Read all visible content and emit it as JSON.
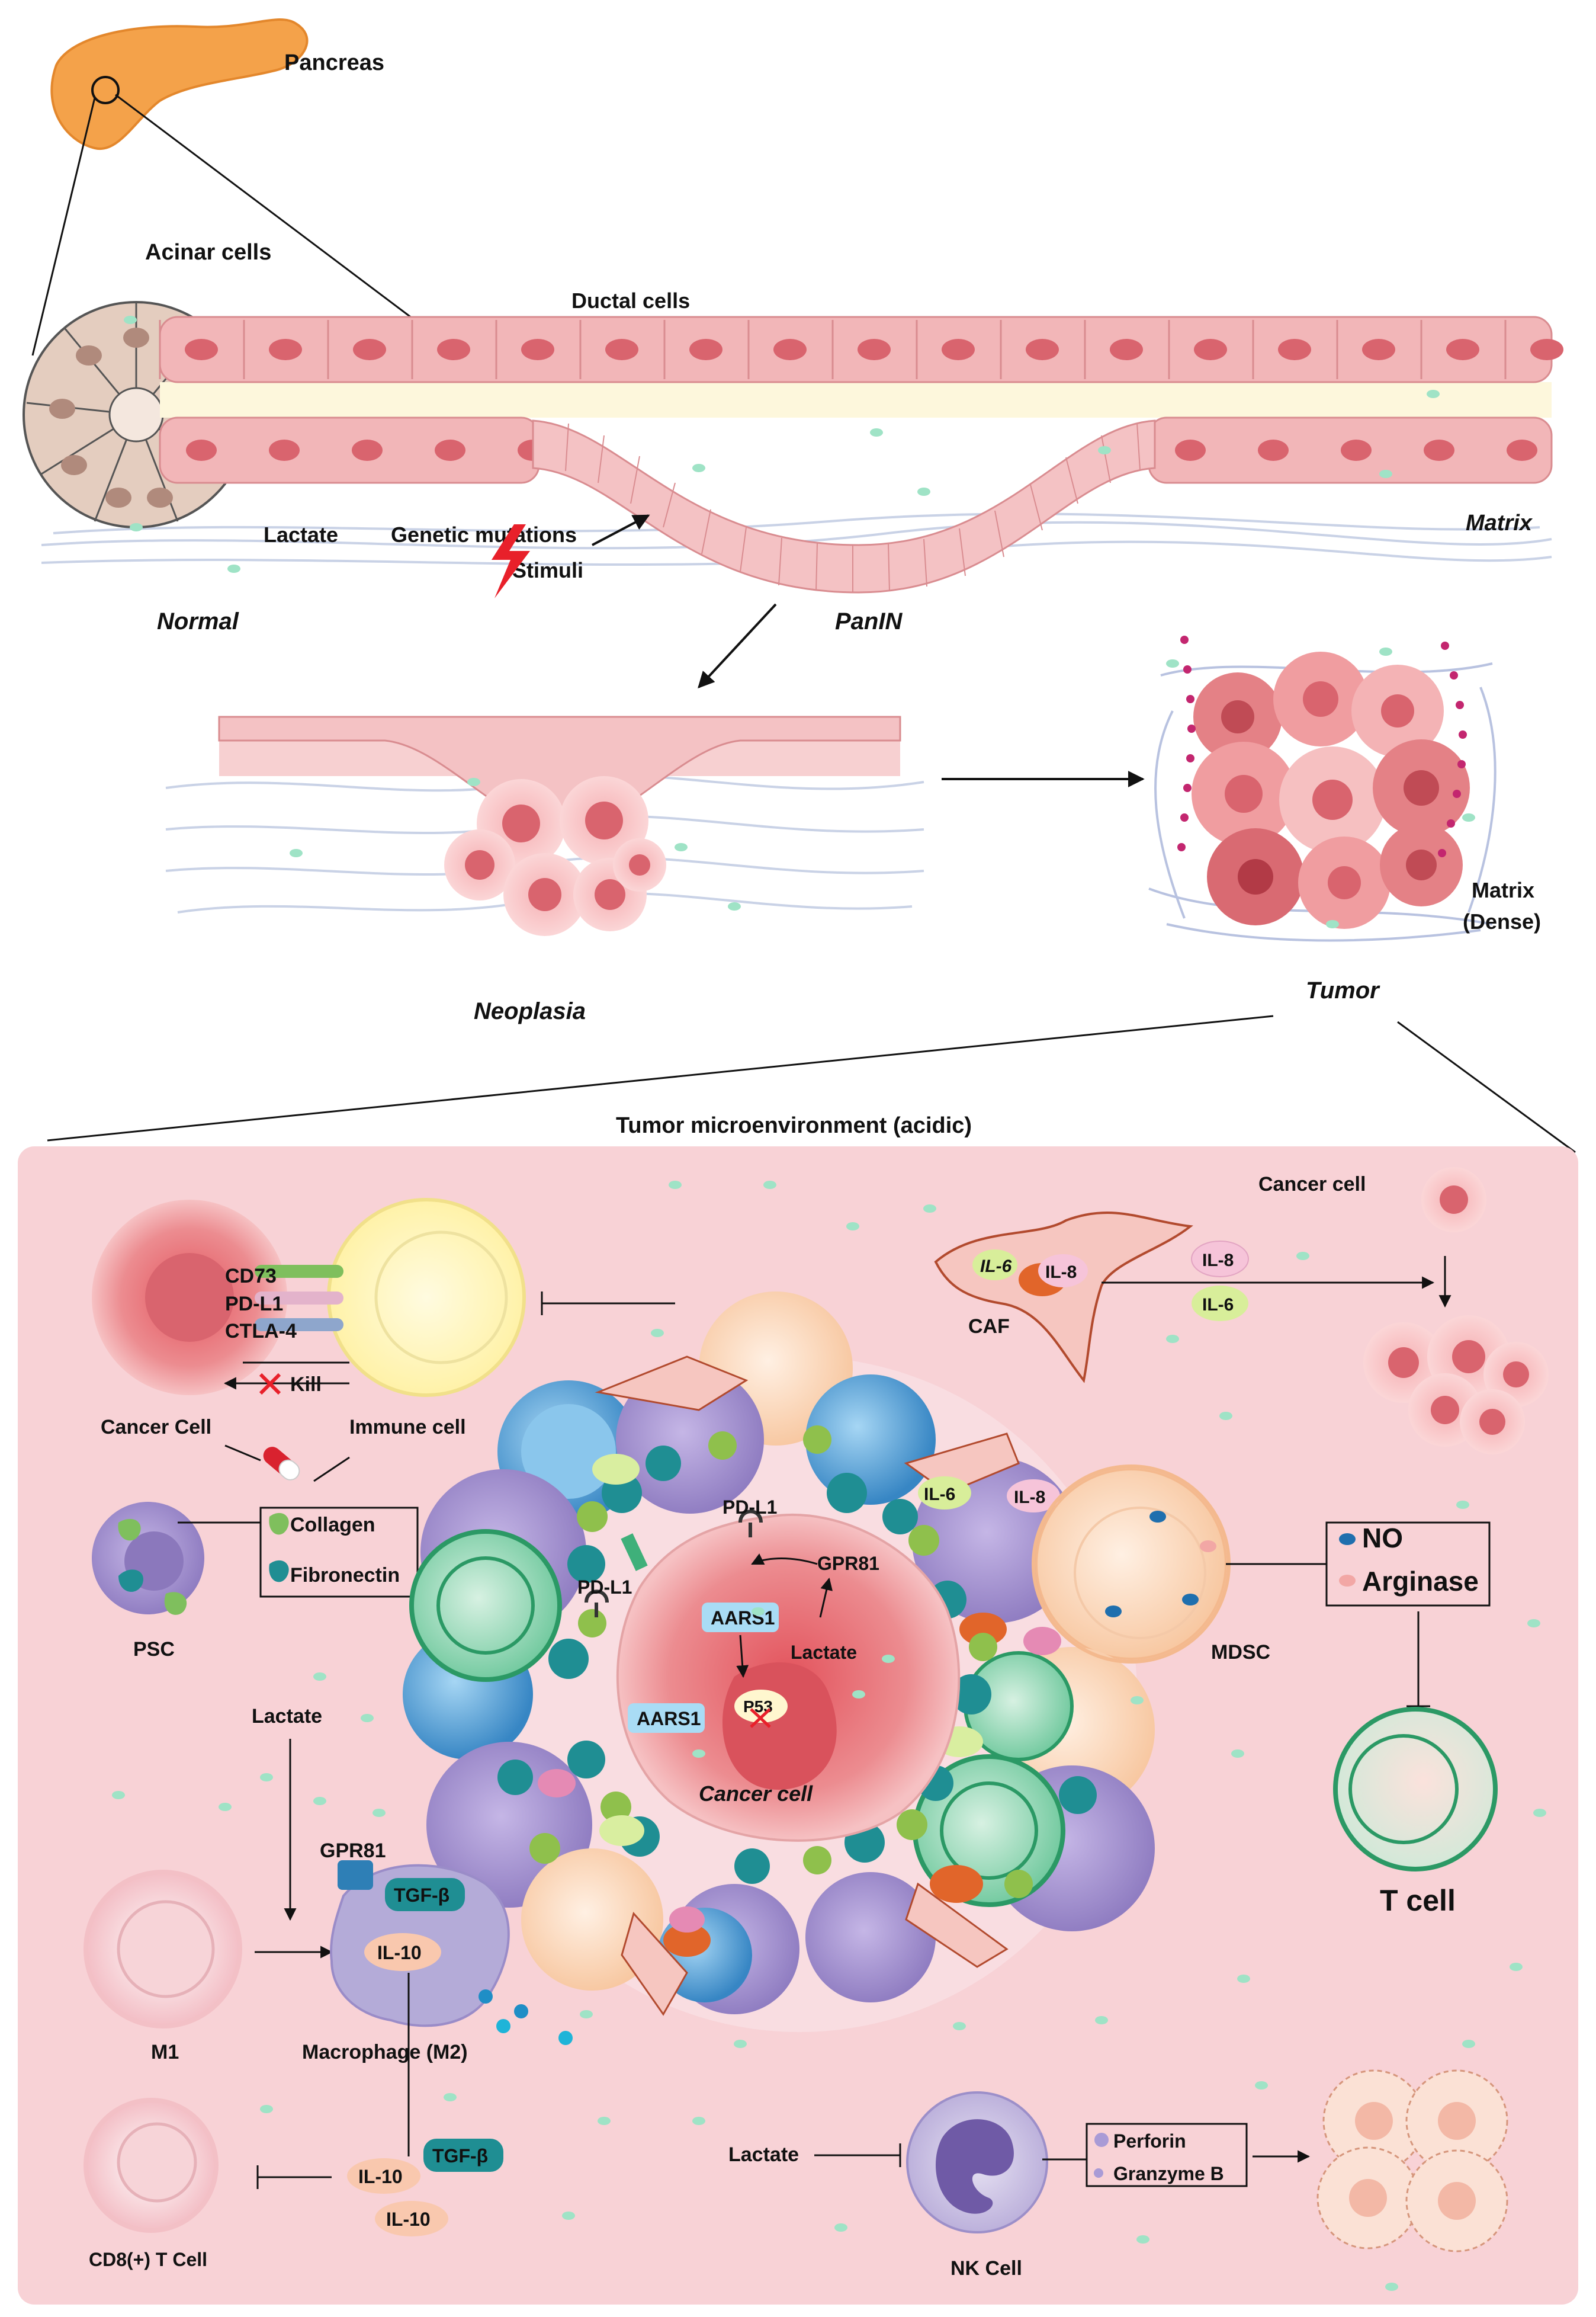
{
  "top": {
    "pancreas": "Pancreas",
    "acinar": "Acinar cells",
    "ductal": "Ductal cells",
    "lactate": "Lactate",
    "genetic": "Genetic mutations",
    "stimuli": "Stimuli",
    "matrix": "Matrix",
    "normal": "Normal",
    "panin": "PanIN",
    "neoplasia": "Neoplasia",
    "tumor": "Tumor",
    "matrix_dense_1": "Matrix",
    "matrix_dense_2": "(Dense)"
  },
  "tme": {
    "title": "Tumor microenvironment (acidic)",
    "cd73": "CD73",
    "pdl1": "PD-L1",
    "ctla4": "CTLA-4",
    "kill": "Kill",
    "cancer_cell_left": "Cancer Cell",
    "immune_cell": "Immune cell",
    "collagen": "Collagen",
    "fibronectin": "Fibronectin",
    "psc": "PSC",
    "caf": "CAF",
    "caf_il6": "IL-6",
    "caf_il8": "IL-8",
    "sec_il8": "IL-8",
    "sec_il6": "IL-6",
    "cancer_cell_right": "Cancer cell",
    "il6_mid": "IL-6",
    "il8_mid": "IL-8",
    "pdl1_top": "PD-L1",
    "pdl1_left": "PD-L1",
    "gpr81_center": "GPR81",
    "aars1_a": "AARS1",
    "aars1_b": "AARS1",
    "lactate_center": "Lactate",
    "p53": "P53",
    "cancer_cell_center": "Cancer cell",
    "no": "NO",
    "arginase": "Arginase",
    "mdsc": "MDSC",
    "t_cell": "T cell",
    "lactate_left": "Lactate",
    "gpr81_mac": "GPR81",
    "tgfb_mac": "TGF-β",
    "il10_mac": "IL-10",
    "m1": "M1",
    "macrophage": "Macrophage (M2)",
    "cd8": "CD8(+) T Cell",
    "il10_a": "IL-10",
    "il10_b": "IL-10",
    "tgfb_low": "TGF-β",
    "lactate_nk": "Lactate",
    "perforin": "Perforin",
    "granzyme": "Granzyme B",
    "nk": "NK Cell"
  },
  "colors": {
    "pancreas": "#f4a24a",
    "ductal_cell": "#f2b6b8",
    "duct_nucleus": "#d9646e",
    "tme_bg": "#f8d2d6",
    "blue_cell": "#4f9fd6",
    "purple_cell": "#9a86c8",
    "green_cell": "#3fb07a",
    "orange_cell": "#f6c29a",
    "teal_protein": "#1f8e93",
    "lime_protein": "#8fc04c",
    "lactate_dot": "#9fe3c6"
  }
}
